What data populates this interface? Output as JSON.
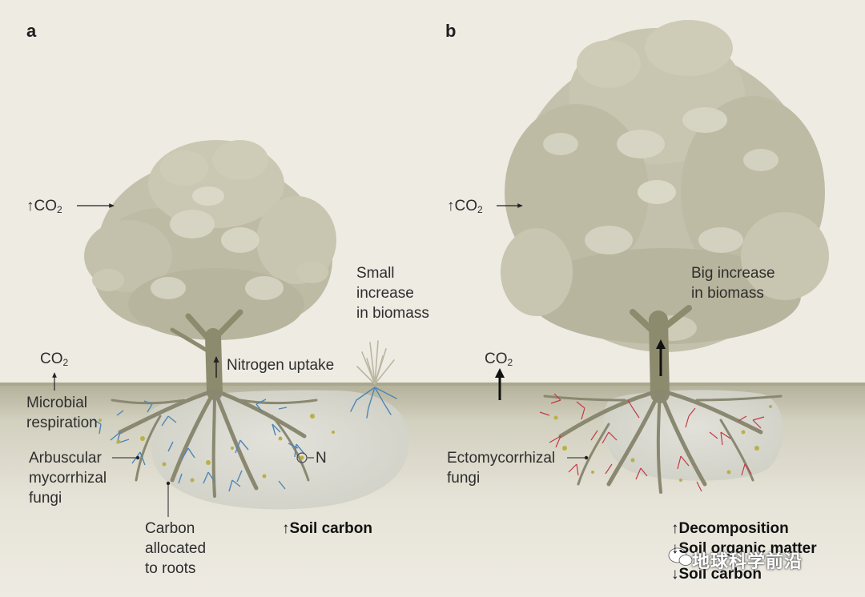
{
  "panels": {
    "a": {
      "letter": "a",
      "co2_increase": "↑CO",
      "co2_sub": "2",
      "co2_efflux": "CO",
      "co2_efflux_sub": "2",
      "microbial_respiration": [
        "Microbial",
        "respiration"
      ],
      "arbuscular": [
        "Arbuscular",
        "mycorrhizal",
        "fungi"
      ],
      "biomass": [
        "Small",
        "increase",
        "in biomass"
      ],
      "nitrogen_uptake": "Nitrogen uptake",
      "nitrogen": "N",
      "carbon_allocated": [
        "Carbon",
        "allocated",
        "to roots"
      ],
      "soil_carbon": "↑Soil carbon"
    },
    "b": {
      "letter": "b",
      "co2_increase": "↑CO",
      "co2_sub": "2",
      "co2_efflux": "CO",
      "co2_efflux_sub": "2",
      "biomass": [
        "Big increase",
        "in biomass"
      ],
      "ectomycorrhizal": [
        "Ectomycorrhizal",
        "fungi"
      ],
      "decomposition": "↑Decomposition",
      "soil_organic_matter": "↓Soil organic matter",
      "soil_carbon": "↓Soil carbon"
    }
  },
  "watermark": "地球科学前沿",
  "colors": {
    "background": "#eeebe3",
    "foliage": "#c3c1ab",
    "trunk": "#8d8b6e",
    "arbuscular_fungi": "#4e86b5",
    "ecto_fungi": "#c23a48",
    "soil_band": "#b9b79f",
    "nutrient": "#b8b048"
  }
}
